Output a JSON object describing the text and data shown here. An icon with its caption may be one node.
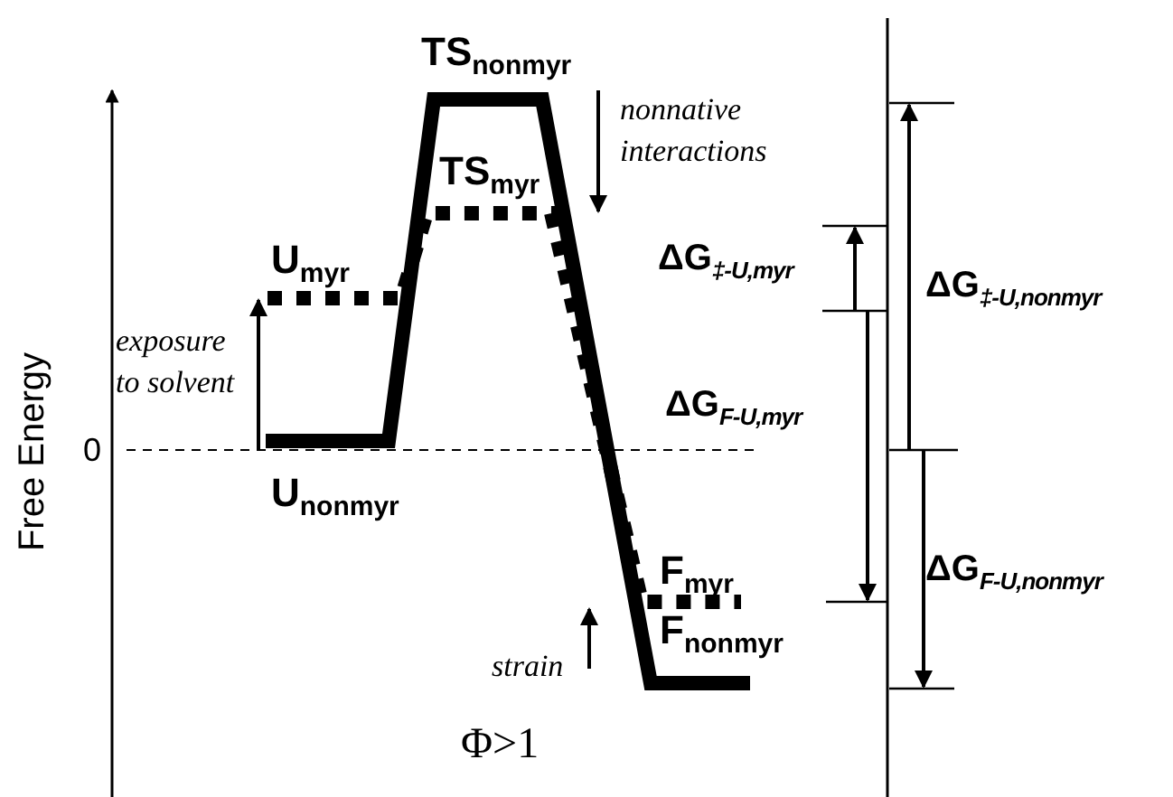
{
  "diagram": {
    "labels": [
      "Free Energy",
      "0",
      "TS$_{nonmyr}$",
      "TS$_{myr}$",
      "U$_{myr}$",
      "U$_{nonmyr}$",
      "exposure to solvent",
      "nonnative interactions",
      "strain",
      "F$_{myr}$",
      "F$_{nonmyr}$",
      "ΔG$_{‡-U,myr}$",
      "ΔG$_{F-U,myr}$",
      "ΔG$_{‡-U,nonmyr}$",
      "ΔG$_{F-U,nonmyr}$",
      "Φ>1"
    ]
  }
}
